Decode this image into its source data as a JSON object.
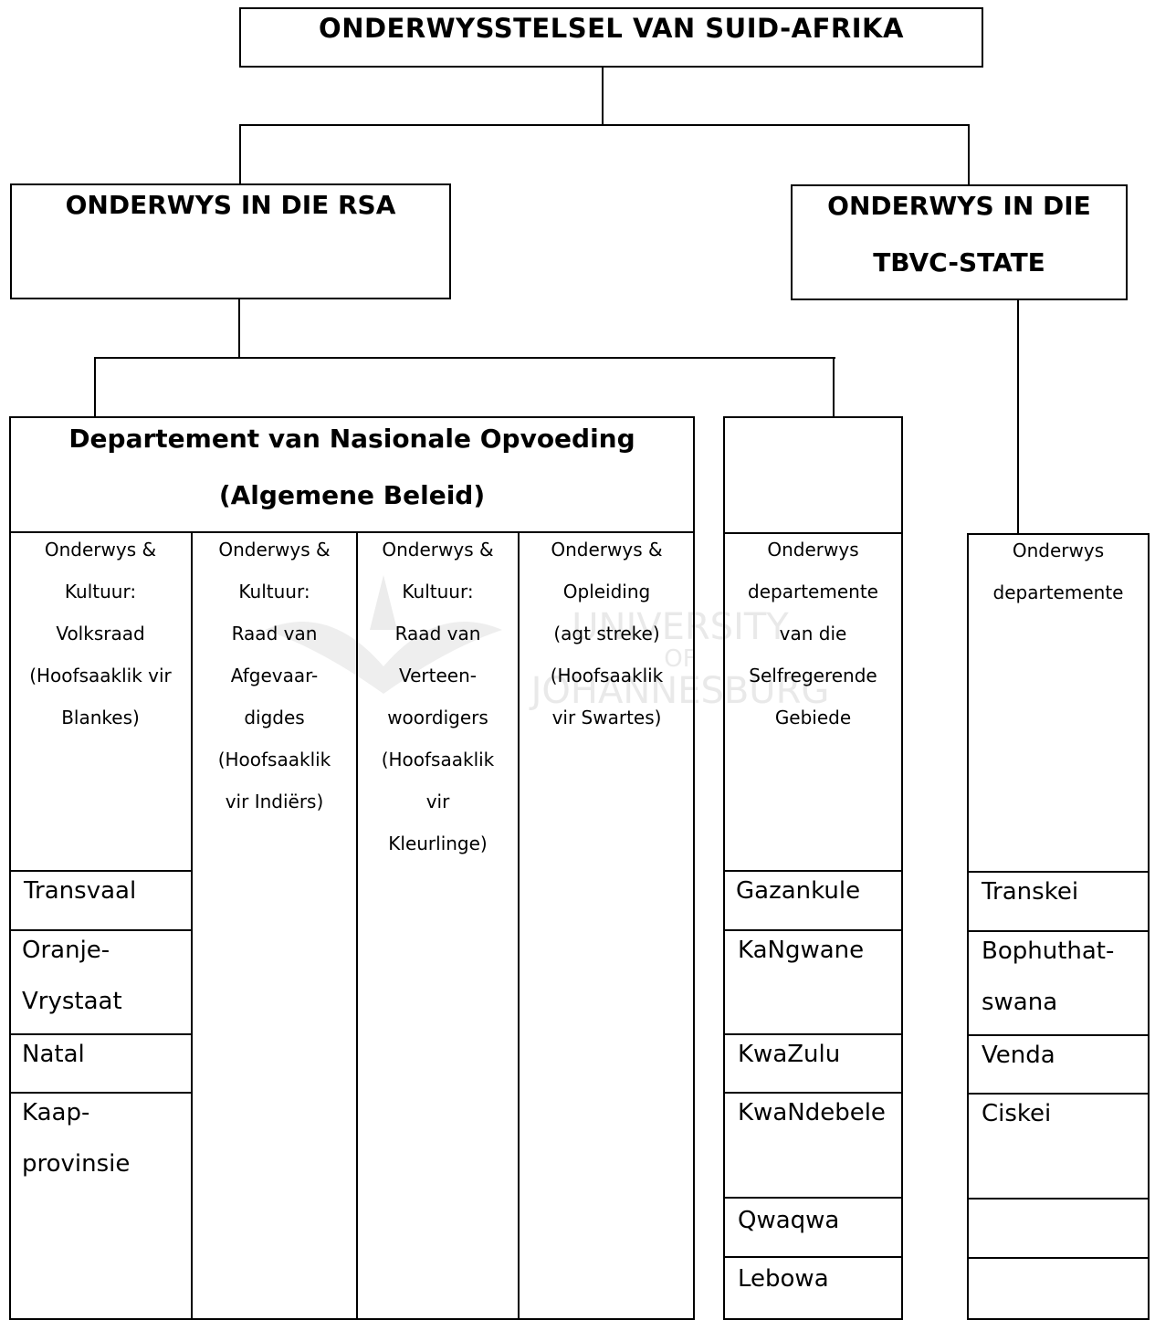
{
  "title": "ONDERWYSSTELSEL VAN SUID-AFRIKA",
  "rsa": {
    "label": "ONDERWYS IN DIE RSA"
  },
  "tbvc": {
    "line1": "ONDERWYS IN DIE",
    "line2": "TBVC-STATE"
  },
  "department": {
    "line1": "Departement van Nasionale Opvoeding",
    "line2": "(Algemene Beleid)"
  },
  "columns": [
    {
      "lines": [
        "Onderwys &",
        "Kultuur:",
        "Volksraad",
        "(Hoofsaaklik vir",
        "Blankes)"
      ]
    },
    {
      "lines": [
        "Onderwys &",
        "Kultuur:",
        "Raad van",
        "Afgevaar-",
        "digdes",
        "(Hoofsaaklik",
        "vir Indiërs)"
      ]
    },
    {
      "lines": [
        "Onderwys &",
        "Kultuur:",
        "Raad van",
        "Verteen-",
        "woordigers",
        "(Hoofsaaklik",
        "vir",
        "Kleurlinge)"
      ]
    },
    {
      "lines": [
        "Onderwys &",
        "Opleiding",
        "(agt streke)",
        "(Hoofsaaklik",
        "vir Swartes)"
      ]
    },
    {
      "lines": [
        "Onderwys",
        "departemente",
        "van die",
        "Selfregerende",
        "Gebiede"
      ]
    },
    {
      "lines": [
        "Onderwys",
        "departemente"
      ]
    }
  ],
  "provinces": [
    {
      "lines": [
        "Transvaal"
      ]
    },
    {
      "lines": [
        "Oranje-",
        "Vrystaat"
      ]
    },
    {
      "lines": [
        "Natal"
      ]
    },
    {
      "lines": [
        "Kaap-",
        "provinsie"
      ]
    }
  ],
  "homelands": [
    {
      "lines": [
        "Gazankule"
      ]
    },
    {
      "lines": [
        "KaNgwane"
      ]
    },
    {
      "lines": [
        "KwaZulu"
      ]
    },
    {
      "lines": [
        "KwaNdebele"
      ]
    },
    {
      "lines": [
        "Qwaqwa"
      ]
    },
    {
      "lines": [
        "Lebowa"
      ]
    }
  ],
  "tbvc_states": [
    {
      "lines": [
        "Transkei"
      ]
    },
    {
      "lines": [
        "Bophuthat-",
        "swana"
      ]
    },
    {
      "lines": [
        "Venda"
      ]
    },
    {
      "lines": [
        "Ciskei"
      ]
    },
    {
      "lines": [
        ""
      ]
    },
    {
      "lines": [
        ""
      ]
    }
  ],
  "watermark": {
    "line1": "UNIVERSITY",
    "line2": "OF",
    "line3": "JOHANNESBURG"
  }
}
